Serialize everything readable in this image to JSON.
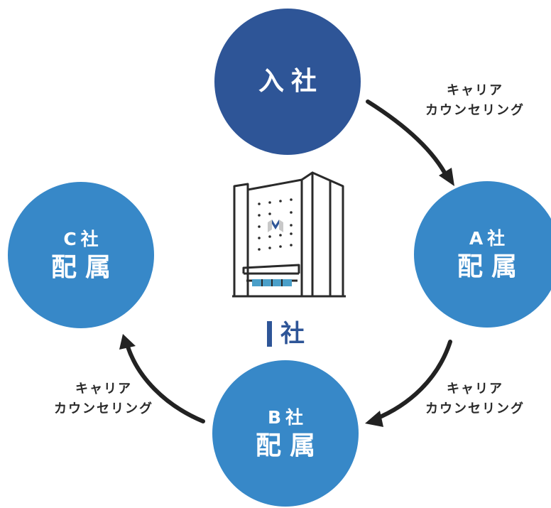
{
  "colors": {
    "top_circle": "#2e5597",
    "cycle_circle": "#3788c8",
    "arrow": "#222222",
    "company_accent": "#2e5597",
    "building_stroke": "#2a2a2a",
    "building_window": "#4a9fc9"
  },
  "nodes": {
    "top": {
      "line1": "入社"
    },
    "right": {
      "line1": "A社",
      "line2": "配属"
    },
    "bottom": {
      "line1": "B社",
      "line2": "配属"
    },
    "left": {
      "line1": "C社",
      "line2": "配属"
    }
  },
  "captions": {
    "top_right": {
      "line1": "キャリア",
      "line2": "カウンセリング"
    },
    "bottom_right": {
      "line1": "キャリア",
      "line2": "カウンセリング"
    },
    "bottom_left": {
      "line1": "キャリア",
      "line2": "カウンセリング"
    }
  },
  "center": {
    "label": "社",
    "icon": "office-building-icon"
  }
}
